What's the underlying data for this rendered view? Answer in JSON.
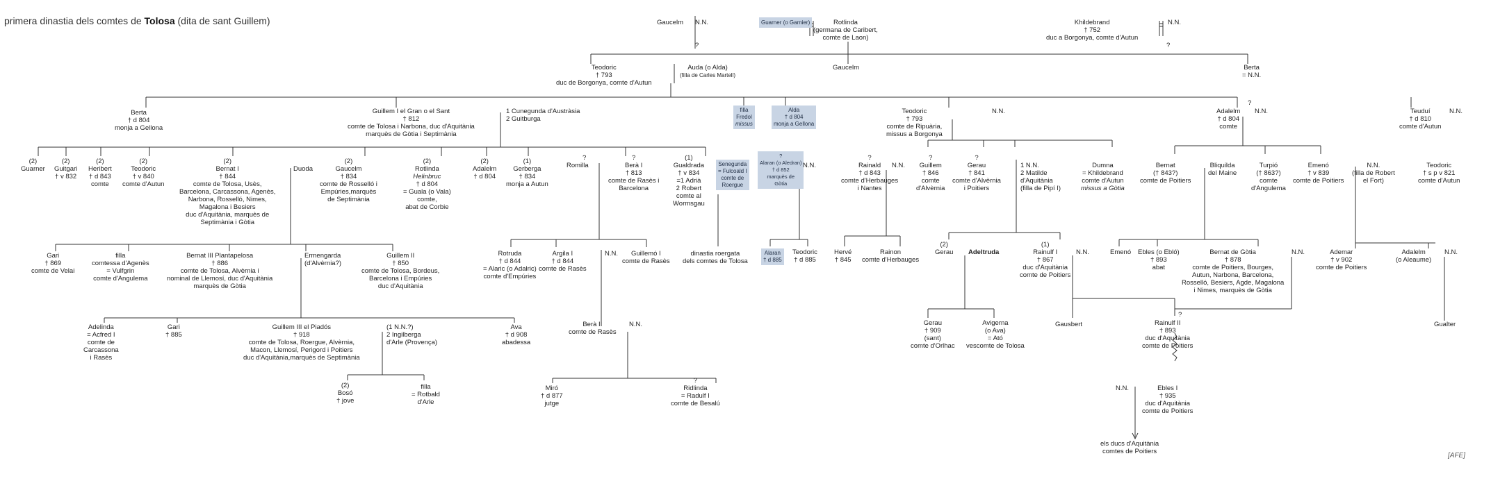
{
  "title": {
    "prefix": "primera dinastia dels comtes de ",
    "bold": "Tolosa",
    "suffix": " (dita de sant Guillem)"
  },
  "credit": "[AFE]",
  "colors": {
    "ink": "#222222",
    "highlight": "#c8d4e4"
  },
  "nodes": [
    {
      "id": "gaucelm_top",
      "lines": [
        "Gaucelm"
      ]
    },
    {
      "id": "nn_gaucelm",
      "lines": [
        "N.N."
      ]
    },
    {
      "id": "q_gaucelm",
      "lines": [
        "?"
      ]
    },
    {
      "id": "guarner_garnier",
      "lines": [
        "Guarner (o Garnier)"
      ]
    },
    {
      "id": "rotlinda_top",
      "lines": [
        "Rotlinda",
        "(germana de Caribert,",
        "comte de Laon)"
      ]
    },
    {
      "id": "khildebrand",
      "lines": [
        "Khildebrand",
        "† 752",
        "duc a Borgonya, comte d'Autun"
      ]
    },
    {
      "id": "nn_khildebrand",
      "lines": [
        "N.N."
      ]
    },
    {
      "id": "q_khildebrand",
      "lines": [
        "?"
      ]
    },
    {
      "id": "teodoric_793_borgonya",
      "lines": [
        "Teodoric",
        "† 793",
        "duc de Borgonya, comte d'Autun"
      ]
    },
    {
      "id": "auda",
      "lines": [
        "Auda (o Alda)",
        "(filla de Carles Martell)"
      ]
    },
    {
      "id": "gaucelm_mid",
      "lines": [
        "Gaucelm"
      ]
    },
    {
      "id": "berta_top",
      "lines": [
        "Berta",
        "= N.N."
      ]
    },
    {
      "id": "berta_804",
      "lines": [
        "Berta",
        "† d 804",
        "monja a Gellona"
      ]
    },
    {
      "id": "guillem_i",
      "lines": [
        "Guillem I el Gran o el Sant",
        "† 812",
        "comte de Tolosa i Narbona, duc d'Aquitània",
        "marquès de Gòtia i Septimània"
      ]
    },
    {
      "id": "guillem_i_wives",
      "lines": [
        "1 Cunegunda d'Austràsia",
        "2 Guitburga"
      ]
    },
    {
      "id": "filla_fredol",
      "lines": [
        "filla",
        "Fredol",
        "missus"
      ]
    },
    {
      "id": "alda_804",
      "lines": [
        "Alda",
        "† d 804",
        "monja a Gellona"
      ]
    },
    {
      "id": "teodoric_ripuaria",
      "lines": [
        "Teodoric",
        "† 793",
        "comte de Ripuària,",
        "missus a Borgonya"
      ]
    },
    {
      "id": "nn_teodoric_ripuaria",
      "lines": [
        "N.N."
      ]
    },
    {
      "id": "adalelm_804",
      "lines": [
        "Adalelm",
        "† d 804",
        "comte"
      ]
    },
    {
      "id": "nn_adalelm",
      "lines": [
        "N.N."
      ]
    },
    {
      "id": "q_adalelm",
      "lines": [
        "?"
      ]
    },
    {
      "id": "teudui",
      "lines": [
        "Teuduí",
        "† d 810",
        "comte d'Autun"
      ]
    },
    {
      "id": "nn_teudui",
      "lines": [
        "N.N."
      ]
    },
    {
      "id": "guarner_2",
      "lines": [
        "(2)",
        "Guarner"
      ]
    },
    {
      "id": "guitgari",
      "lines": [
        "(2)",
        "Guitgari",
        "† v 832"
      ]
    },
    {
      "id": "heribert",
      "lines": [
        "(2)",
        "Heribert",
        "† d 843",
        "comte"
      ]
    },
    {
      "id": "teodoric_840",
      "lines": [
        "(2)",
        "Teodoric",
        "† v 840",
        "comte d'Autun"
      ]
    },
    {
      "id": "bernat_i",
      "lines": [
        "(2)",
        "Bernat I",
        "† 844",
        "comte de Tolosa, Usès,",
        "Barcelona, Carcassona, Agenès,",
        "Narbona, Rosselló, Nimes,",
        "Magalona i Besiers",
        "duc d'Aquitània, marquès de",
        "Septimània i Gòtia"
      ]
    },
    {
      "id": "duoda",
      "lines": [
        "Duoda"
      ]
    },
    {
      "id": "gaucelm_834",
      "lines": [
        "(2)",
        "Gaucelm",
        "† 834",
        "comte de Rosselló i",
        "Empúries,marquès",
        "de Septimània"
      ]
    },
    {
      "id": "rotlinda_helinbruc",
      "lines": [
        "(2)",
        "Rotlinda",
        "Helinbruc",
        "† d 804",
        "= Guala (o Vala)",
        "comte,",
        "abat de Corbie"
      ]
    },
    {
      "id": "adalelm_2",
      "lines": [
        "(2)",
        "Adalelm",
        "† d 804"
      ]
    },
    {
      "id": "gerberga",
      "lines": [
        "(1)",
        "Gerberga",
        "† 834",
        "monja a Autun"
      ]
    },
    {
      "id": "romilla",
      "lines": [
        "Romilla"
      ]
    },
    {
      "id": "q_romilla",
      "lines": [
        "?"
      ]
    },
    {
      "id": "bera_i",
      "lines": [
        "?",
        "Berà I",
        "† 813",
        "comte de Rasès i",
        "Barcelona"
      ]
    },
    {
      "id": "gualdrada",
      "lines": [
        "(1)",
        "Gualdrada",
        "† v 834",
        "=1 Adrià",
        "2 Robert",
        "comte al",
        "Wormsgau"
      ]
    },
    {
      "id": "senegunda",
      "lines": [
        "Senegunda",
        "= Fulcoald I",
        "comte de",
        "Roergue"
      ]
    },
    {
      "id": "alaran",
      "lines": [
        "?",
        "Alaran (o Aledran)",
        "† d 852",
        "marquès de",
        "Gòtia"
      ]
    },
    {
      "id": "nn_alaran",
      "lines": [
        "N.N."
      ]
    },
    {
      "id": "rainald",
      "lines": [
        "?",
        "Rainald",
        "† d 843",
        "comte d'Herbauges",
        "i Nantes"
      ]
    },
    {
      "id": "nn_rainald",
      "lines": [
        "N.N."
      ]
    },
    {
      "id": "guillem_846",
      "lines": [
        "?",
        "Guillem",
        "† 846",
        "comte",
        "d'Alvèrnia"
      ]
    },
    {
      "id": "gerau_841",
      "lines": [
        "?",
        "Gerau",
        "† 841",
        "comte d'Alvèrnia",
        "i Poitiers"
      ]
    },
    {
      "id": "rainulf_wives",
      "lines": [
        "1 N.N.",
        "2 Matilde",
        "d'Aquitània",
        "(filla de Pipí I)"
      ]
    },
    {
      "id": "dumna",
      "lines": [
        "Dumna",
        "= Khildebrand",
        "comte d'Autun",
        "missus a Gòtia"
      ]
    },
    {
      "id": "bernat_843",
      "lines": [
        "Bernat",
        "(† 843?)",
        "comte de Poitiers"
      ]
    },
    {
      "id": "bliquilda",
      "lines": [
        "Bliquilda",
        "del Maine"
      ]
    },
    {
      "id": "turpio",
      "lines": [
        "Turpió",
        "(† 863?)",
        "comte",
        "d'Angulema"
      ]
    },
    {
      "id": "emeno_839",
      "lines": [
        "Emenó",
        "† v 839",
        "comte de Poitiers"
      ]
    },
    {
      "id": "nn_filla_robert",
      "lines": [
        "N.N.",
        "(filla de Robert",
        "el Fort)"
      ]
    },
    {
      "id": "teodoric_821",
      "lines": [
        "Teodoric",
        "† s p v 821",
        "comte d'Autun"
      ]
    },
    {
      "id": "gari_869",
      "lines": [
        "Gari",
        "† 869",
        "comte de Velai"
      ]
    },
    {
      "id": "filla_agenes",
      "lines": [
        "filla",
        "comtessa d'Agenès",
        "= Vulfgrin",
        "comte d'Angulema"
      ]
    },
    {
      "id": "bernat_iii",
      "lines": [
        "Bernat III Plantapelosa",
        "† 886",
        "comte de Tolosa, Alvèrnia i",
        "nominal de Llemosí, duc d'Aquitània",
        "marquès de Gòtia"
      ]
    },
    {
      "id": "ermengarda",
      "lines": [
        "Ermengarda",
        "(d'Alvèrnia?)"
      ]
    },
    {
      "id": "guillem_ii",
      "lines": [
        "Guillem II",
        "† 850",
        "comte de Tolosa, Bordeus,",
        "Barcelona i Empúries",
        "duc d'Aquitània"
      ]
    },
    {
      "id": "rotruda",
      "lines": [
        "Rotruda",
        "† d 844",
        "= Alaric (o Adalric)",
        "comte d'Empúries"
      ]
    },
    {
      "id": "argila_i",
      "lines": [
        "Argila I",
        "† d 844",
        "comte de Rasès"
      ]
    },
    {
      "id": "nn_argila",
      "lines": [
        "N.N."
      ]
    },
    {
      "id": "guillemo_i",
      "lines": [
        "Guillemó I",
        "comte de Rasès"
      ]
    },
    {
      "id": "dinastia_roergata",
      "lines": [
        "dinastia roergata",
        "dels comtes de Tolosa"
      ]
    },
    {
      "id": "alaran_885",
      "lines": [
        "Alaran",
        "† d 885"
      ]
    },
    {
      "id": "teodoric_885",
      "lines": [
        "Teodoric",
        "† d 885"
      ]
    },
    {
      "id": "herve",
      "lines": [
        "Hervé",
        "† 845"
      ]
    },
    {
      "id": "rainon",
      "lines": [
        "Rainon",
        "comte d'Herbauges"
      ]
    },
    {
      "id": "gerau_2",
      "lines": [
        "(2)",
        "Gerau"
      ]
    },
    {
      "id": "adeltruda",
      "lines": [
        "Adeltruda"
      ]
    },
    {
      "id": "rainulf_i",
      "lines": [
        "(1)",
        "Rainulf I",
        "† 867",
        "duc d'Aquitània",
        "comte de Poitiers"
      ]
    },
    {
      "id": "nn_rainulf_i",
      "lines": [
        "N.N."
      ]
    },
    {
      "id": "emeno_2",
      "lines": [
        "Emenó"
      ]
    },
    {
      "id": "ebles_893",
      "lines": [
        "Ebles (o Ebló)",
        "† 893",
        "abat"
      ]
    },
    {
      "id": "bernat_gotia",
      "lines": [
        "Bernat de Gòtia",
        "† 878",
        "comte de Poitiers, Bourges,",
        "Autun, Narbona, Barcelona,",
        "Rosselló, Besiers, Agde, Magalona",
        "i Nimes, marquès de Gòtia"
      ]
    },
    {
      "id": "nn_bernat_gotia",
      "lines": [
        "N.N."
      ]
    },
    {
      "id": "ademar",
      "lines": [
        "Ademar",
        "† v 902",
        "comte de Poitiers"
      ]
    },
    {
      "id": "adalelm_aleaume",
      "lines": [
        "Adalelm",
        "(o Aleaume)"
      ]
    },
    {
      "id": "nn_adalelm_aleaume",
      "lines": [
        "N.N."
      ]
    },
    {
      "id": "adelinda",
      "lines": [
        "Adelinda",
        "= Acfred I",
        "comte de",
        "Carcassona",
        "i Rasès"
      ]
    },
    {
      "id": "gari_885",
      "lines": [
        "Gari",
        "† 885"
      ]
    },
    {
      "id": "guillem_iii",
      "lines": [
        "Guillem III el Piadós",
        "† 918",
        "comte de Tolosa, Roergue, Alvèrnia,",
        "Macon, Llemosí, Perigord i Poitiers",
        "duc d'Aquitània,marquès de Septimània"
      ]
    },
    {
      "id": "guillem_iii_wives",
      "lines": [
        "(1 N.N.?)",
        "2 Ingilberga",
        "d'Arle (Provença)"
      ]
    },
    {
      "id": "ava",
      "lines": [
        "Ava",
        "† d 908",
        "abadessa"
      ]
    },
    {
      "id": "bera_ii",
      "lines": [
        "Berà II",
        "comte de Rasès"
      ]
    },
    {
      "id": "nn_bera_ii",
      "lines": [
        "N.N."
      ]
    },
    {
      "id": "gerau_909",
      "lines": [
        "Gerau",
        "† 909",
        "(sant)",
        "comte d'Orlhac"
      ]
    },
    {
      "id": "avigerna",
      "lines": [
        "Avigerna",
        "(o Ava)",
        "= Ató",
        "vescomte de Tolosa"
      ]
    },
    {
      "id": "gausbert",
      "lines": [
        "Gausbert"
      ]
    },
    {
      "id": "rainulf_ii",
      "lines": [
        "Rainulf II",
        "† 893",
        "duc d'Aquitània",
        "comte de Poitiers"
      ]
    },
    {
      "id": "q_rainulf_ii",
      "lines": [
        "?"
      ]
    },
    {
      "id": "gualter",
      "lines": [
        "Gualter"
      ]
    },
    {
      "id": "boso",
      "lines": [
        "(2)",
        "Bosó",
        "† jove"
      ]
    },
    {
      "id": "filla_rotbald",
      "lines": [
        "filla",
        "= Rotbald",
        "d'Arle"
      ]
    },
    {
      "id": "miro",
      "lines": [
        "Miró",
        "† d 877",
        "jutge"
      ]
    },
    {
      "id": "ridlinda",
      "lines": [
        "?",
        "Ridlinda",
        "= Radulf I",
        "comte de Besalú"
      ]
    },
    {
      "id": "nn_ebles",
      "lines": [
        "N.N."
      ]
    },
    {
      "id": "ebles_i",
      "lines": [
        "Ebles I",
        "† 935",
        "duc d'Aquitània",
        "comte de Poitiers"
      ]
    },
    {
      "id": "ducs_aquitania",
      "lines": [
        "els ducs d'Aquitània",
        "comtes de Poitiers"
      ]
    }
  ]
}
